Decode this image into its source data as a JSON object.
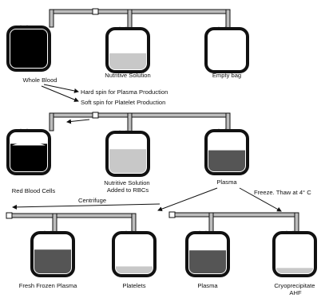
{
  "colors": {
    "ink": "#111111",
    "tube": "#bdbdbd",
    "blood": "#000000",
    "plasma": "#555555",
    "solution": "#c8c8c8",
    "background": "#ffffff"
  },
  "bags": [
    {
      "name": "bag-whole-blood",
      "label": [
        "Whole Blood"
      ],
      "fill": "blood",
      "level": 1.0
    },
    {
      "name": "bag-nutritive-solution",
      "label": [
        "Nutritive Solution"
      ],
      "fill": "solution",
      "level": 0.42
    },
    {
      "name": "bag-empty",
      "label": [
        "Empty bag"
      ],
      "fill": "none",
      "level": 0
    },
    {
      "name": "bag-red-blood-cells",
      "label": [
        "Red Blood Cells"
      ],
      "fill": "blood",
      "level": 0.72
    },
    {
      "name": "bag-nutritive-solution-added",
      "label": [
        "Nutritive Solution",
        "Added to RBCs"
      ],
      "fill": "solution",
      "level": 0.62
    },
    {
      "name": "bag-plasma",
      "label": [
        "Plasma"
      ],
      "fill": "plasma",
      "level": 0.55
    },
    {
      "name": "bag-fresh-frozen-plasma",
      "label": [
        "Fresh Frozen Plasma"
      ],
      "fill": "plasma",
      "level": 0.62
    },
    {
      "name": "bag-platelets",
      "label": [
        "Platelets"
      ],
      "fill": "solution",
      "level": 0.18
    },
    {
      "name": "bag-plasma-2",
      "label": [
        "Plasma"
      ],
      "fill": "plasma",
      "level": 0.6
    },
    {
      "name": "bag-cryoprecipitate",
      "label": [
        "Cryoprecipitate",
        "AHF"
      ],
      "fill": "solution",
      "level": 0.14
    }
  ],
  "steps": {
    "hard_spin": "Hard spin for Plasma Production",
    "soft_spin": "Soft spin for Platelet Production",
    "centrifuge": "Centrifuge",
    "freeze_thaw": "Freeze. Thaw at 4° C"
  }
}
